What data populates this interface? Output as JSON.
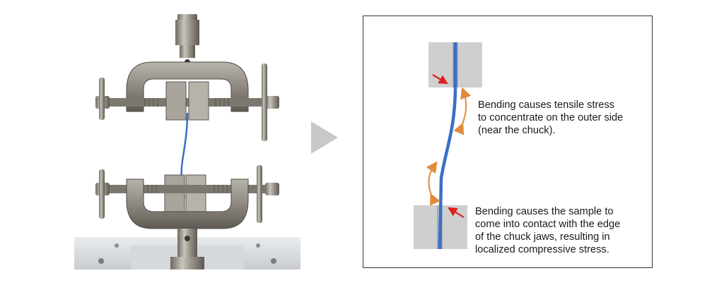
{
  "photo": {
    "alt": "universal tensile testing grips holding a thin blue filament sample"
  },
  "arrow_icon": "play-triangle-icon",
  "diagram": {
    "caption_top": "Bending causes tensile stress\nto concentrate on the outer side\n(near the chuck).",
    "caption_bottom": "Bending causes the sample to\ncome into contact with the edge\nof the chuck jaws, resulting in\nlocalized compressive stress."
  },
  "colors": {
    "sample": "#3a6fc7",
    "jaw": "#cfcfcf",
    "stress_arrow": "#e01e1e",
    "bend_arrow": "#e08a3a",
    "panel_border": "#333333"
  }
}
